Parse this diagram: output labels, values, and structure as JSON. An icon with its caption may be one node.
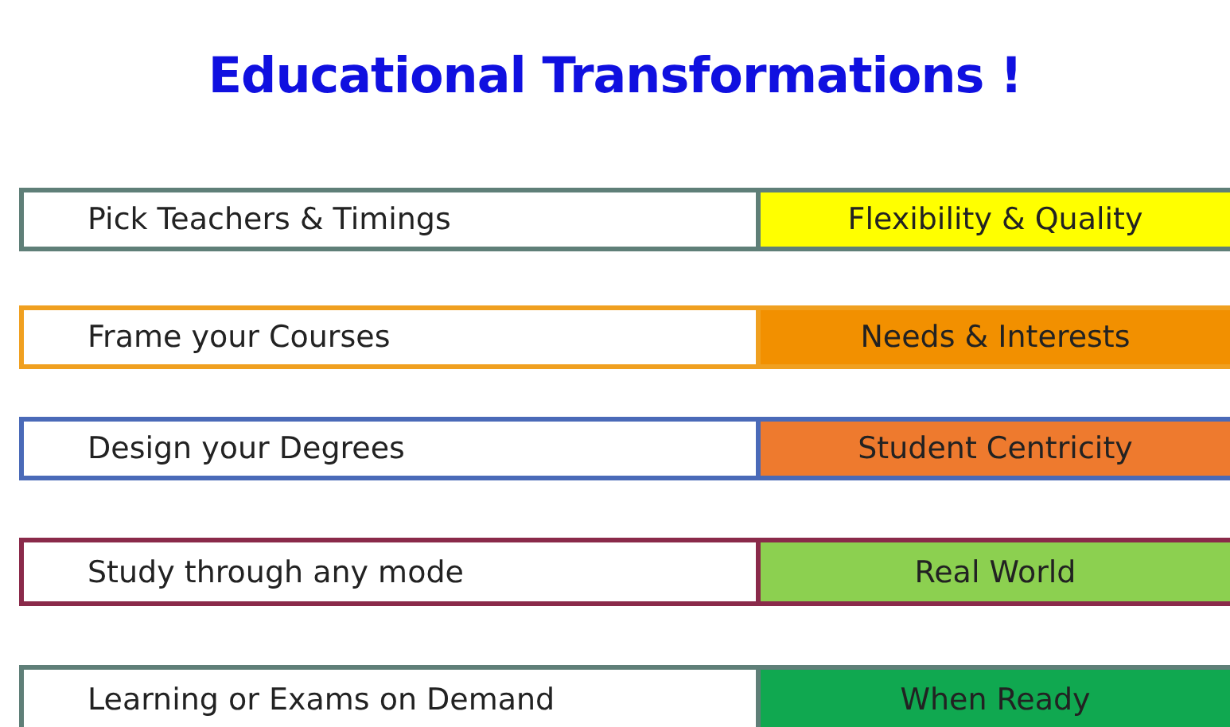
{
  "diagram": {
    "title": "Educational Transformations !",
    "nodes": [
      {
        "text": [
          "Pick Teachers & Timings"
        ]
      },
      {
        "text": [
          "Flexibility & Quality"
        ]
      },
      {
        "text": [
          "Frame your Courses"
        ]
      },
      {
        "text": [
          "Needs & Interests"
        ]
      },
      {
        "text": [
          "Design your Degrees"
        ]
      },
      {
        "text": [
          "Student Centricity"
        ]
      },
      {
        "text": [
          "Study through any mode"
        ]
      },
      {
        "text": [
          "Real World"
        ]
      },
      {
        "text": [
          "Learning or Exams on Demand"
        ]
      },
      {
        "text": [
          "When Ready"
        ]
      }
    ]
  }
}
